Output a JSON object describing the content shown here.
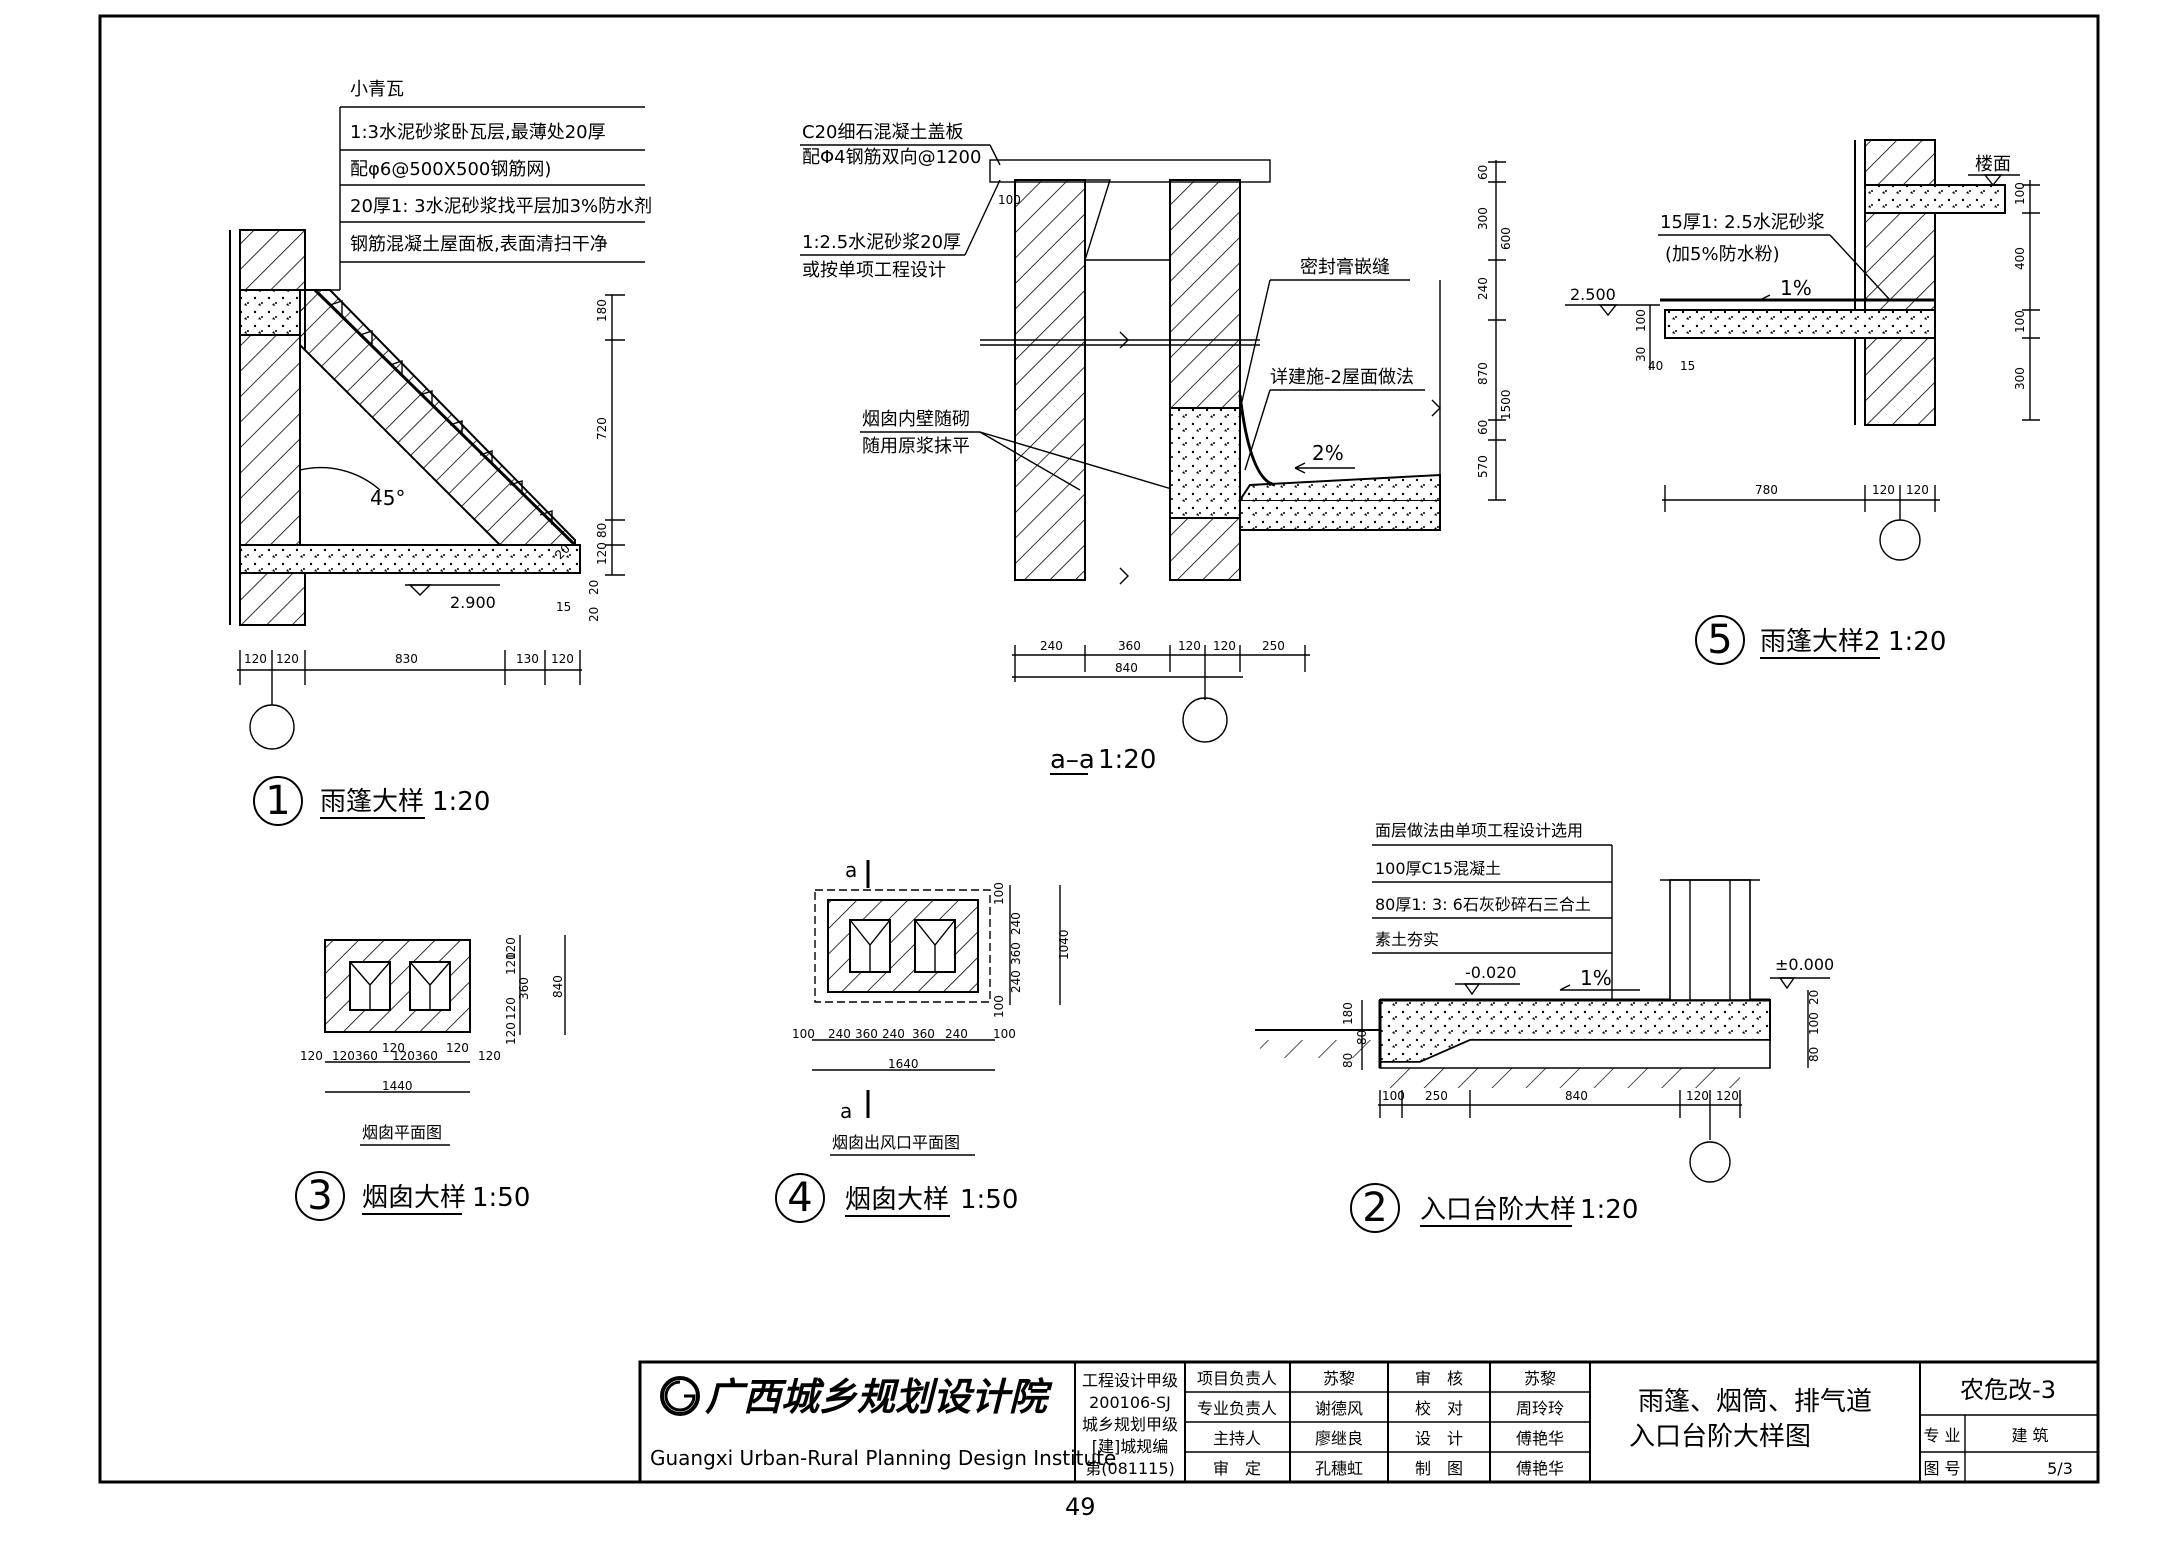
{
  "detail1": {
    "notes": [
      "小青瓦",
      "1:3水泥砂浆卧瓦层,最薄处20厚",
      "配φ6@500X500钢筋网)",
      "20厚1: 3水泥砂浆找平层加3%防水剂",
      "钢筋混凝土屋面板,表面清扫干净"
    ],
    "angle": "45°",
    "elevation": "2.900",
    "dims_bottom": [
      "120",
      "120",
      "830",
      "130",
      "120"
    ],
    "dims_right": [
      "180",
      "720",
      "80",
      "120"
    ],
    "dims_small": [
      "15",
      "20",
      "20",
      "20"
    ],
    "caption_num": "1",
    "caption": "雨篷大样",
    "scale": "1:20"
  },
  "section_aa": {
    "notes": [
      "C20细石混凝土盖板",
      "配Φ4钢筋双向@1200",
      "1:2.5水泥砂浆20厚",
      "或按单项工程设计",
      "烟囱内壁随砌",
      "随用原浆抹平"
    ],
    "note_seal": "密封膏嵌缝",
    "note_roof": "详建施-2屋面做法",
    "slope": "2%",
    "dim_100": "100",
    "dims_bottom": [
      "240",
      "360",
      "120",
      "120",
      "250"
    ],
    "dim_total": "840",
    "dims_right": [
      "60",
      "300",
      "240",
      "870",
      "60",
      "570"
    ],
    "dims_right_total": [
      "600",
      "1500"
    ],
    "caption": "a–a",
    "scale": "1:20"
  },
  "detail5": {
    "label_floor": "楼面",
    "note": [
      "15厚1: 2.5水泥砂浆",
      "(加5%防水粉)"
    ],
    "slope": "1%",
    "elevation": "2.500",
    "dims_left": [
      "100",
      "30"
    ],
    "dims_small": [
      "40",
      "15"
    ],
    "dims_right": [
      "100",
      "400",
      "100",
      "300"
    ],
    "dims_bottom": [
      "780",
      "120",
      "120"
    ],
    "caption_num": "5",
    "caption": "雨篷大样2",
    "scale": "1:20"
  },
  "detail3": {
    "dims_right": [
      "120",
      "120",
      "360",
      "120",
      "120"
    ],
    "dim_right_total": "840",
    "dims_bottom": [
      "120",
      "120",
      "360",
      "120",
      "120",
      "360",
      "120",
      "120"
    ],
    "dim_total": "1440",
    "plan_title": "烟囱平面图",
    "caption_num": "3",
    "caption": "烟囱大样",
    "scale": "1:50"
  },
  "detail4": {
    "section_mark": "a",
    "dims_right": [
      "100",
      "240",
      "360",
      "240",
      "100"
    ],
    "dim_right_total": "1040",
    "dims_bottom": [
      "100",
      "240",
      "360",
      "240",
      "360",
      "240",
      "100"
    ],
    "dim_total": "1640",
    "plan_title": "烟囱出风口平面图",
    "caption_num": "4",
    "caption": "烟囱大样",
    "scale": "1:50"
  },
  "detail2": {
    "notes": [
      "面层做法由单项工程设计选用",
      "100厚C15混凝土",
      "80厚1: 3: 6石灰砂碎石三合土",
      "素土夯实"
    ],
    "elev_low": "-0.020",
    "elev_zero": "±0.000",
    "slope": "1%",
    "dims_left": [
      "180",
      "80",
      "80"
    ],
    "dims_right": [
      "20",
      "100",
      "80"
    ],
    "dims_bottom": [
      "100",
      "250",
      "840",
      "120",
      "120"
    ],
    "caption_num": "2",
    "caption": "入口台阶大样",
    "scale": "1:20"
  },
  "titleblock": {
    "logo_text": "广西城乡规划设计院",
    "institute_en": "Guangxi Urban-Rural Planning Design Institute",
    "qual": [
      "工程设计甲级",
      "200106-SJ",
      "城乡规划甲级",
      "[建]城规编",
      "第(081115)"
    ],
    "roles": [
      {
        "role": "项目负责人",
        "name": "苏黎",
        "role2": "审　核",
        "name2": "苏黎"
      },
      {
        "role": "专业负责人",
        "name": "谢德风",
        "role2": "校　对",
        "name2": "周玲玲"
      },
      {
        "role": "主持人",
        "name": "廖继良",
        "role2": "设　计",
        "name2": "傅艳华"
      },
      {
        "role": "审　定",
        "name": "孔穗虹",
        "role2": "制　图",
        "name2": "傅艳华"
      }
    ],
    "drawing_title_1": "雨篷、烟筒、排气道",
    "drawing_title_2": "入口台阶大样图",
    "project": "农危改-3",
    "discipline_label": "专 业",
    "discipline": "建 筑",
    "sheet_label": "图 号",
    "sheet_no": "5/3"
  },
  "page_number": "49"
}
